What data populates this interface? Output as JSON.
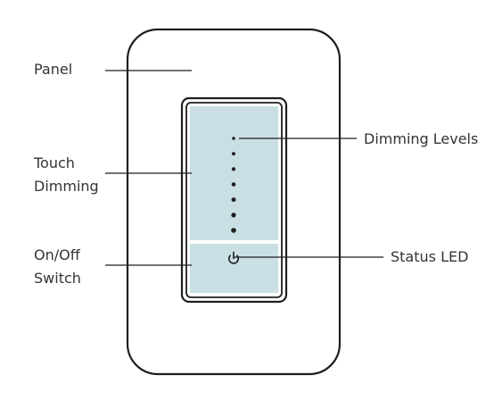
{
  "labels": {
    "panel": "Panel",
    "touch_dimming": "Touch\nDimming",
    "on_off_switch": "On/Off\nSwitch",
    "dimming_levels": "Dimming Levels",
    "status_led": "Status LED"
  },
  "icons": {
    "power": "power-icon"
  },
  "colors": {
    "outline": "#1f1f1f",
    "touch_surface": "#c9dfe3",
    "background": "#ffffff"
  },
  "dimming_level_count": 7
}
